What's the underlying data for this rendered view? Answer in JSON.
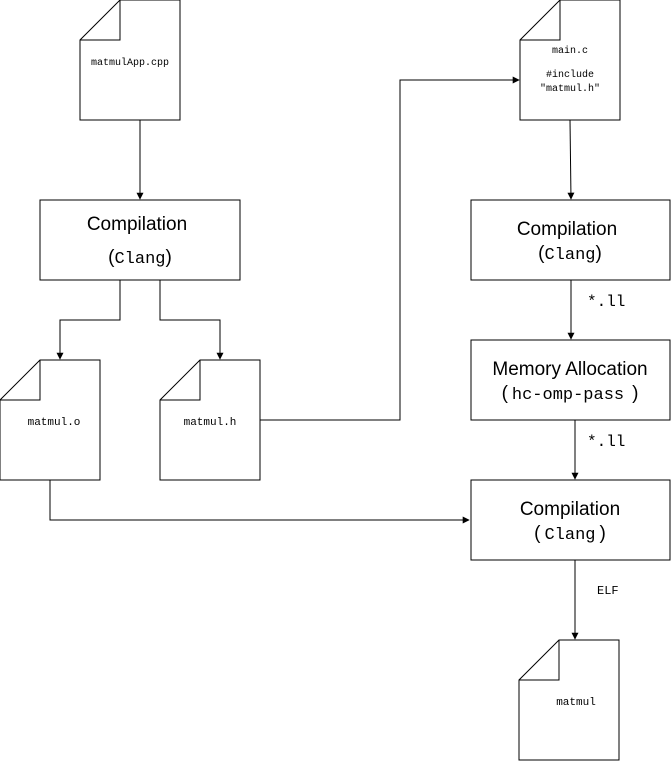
{
  "files": {
    "matmulapp_cpp": {
      "label": "matmulApp.cpp"
    },
    "main_c": {
      "label": "main.c",
      "include_line": "#include",
      "include_file": "\"matmul.h\""
    },
    "matmul_o": {
      "label": "matmul.o"
    },
    "matmul_h": {
      "label": "matmul.h"
    },
    "matmul_bin": {
      "label": "matmul"
    }
  },
  "processes": {
    "compile_left": {
      "title": "Compilation",
      "open": "(",
      "tool": "Clang",
      "close": ")"
    },
    "compile_right": {
      "title": "Compilation",
      "open": "(",
      "tool": "Clang",
      "close": ")"
    },
    "memory_alloc": {
      "title": "Memory Allocation",
      "open": "(",
      "tool": "hc-omp-pass",
      "close": ")"
    },
    "compile_final": {
      "title": "Compilation",
      "open": "(",
      "tool": "Clang",
      "close": ")"
    }
  },
  "edge_labels": {
    "ll_1": "*.ll",
    "ll_2": "*.ll",
    "elf": "ELF"
  },
  "colors": {
    "stroke": "#000000",
    "fill": "#ffffff",
    "text": "#000000"
  }
}
